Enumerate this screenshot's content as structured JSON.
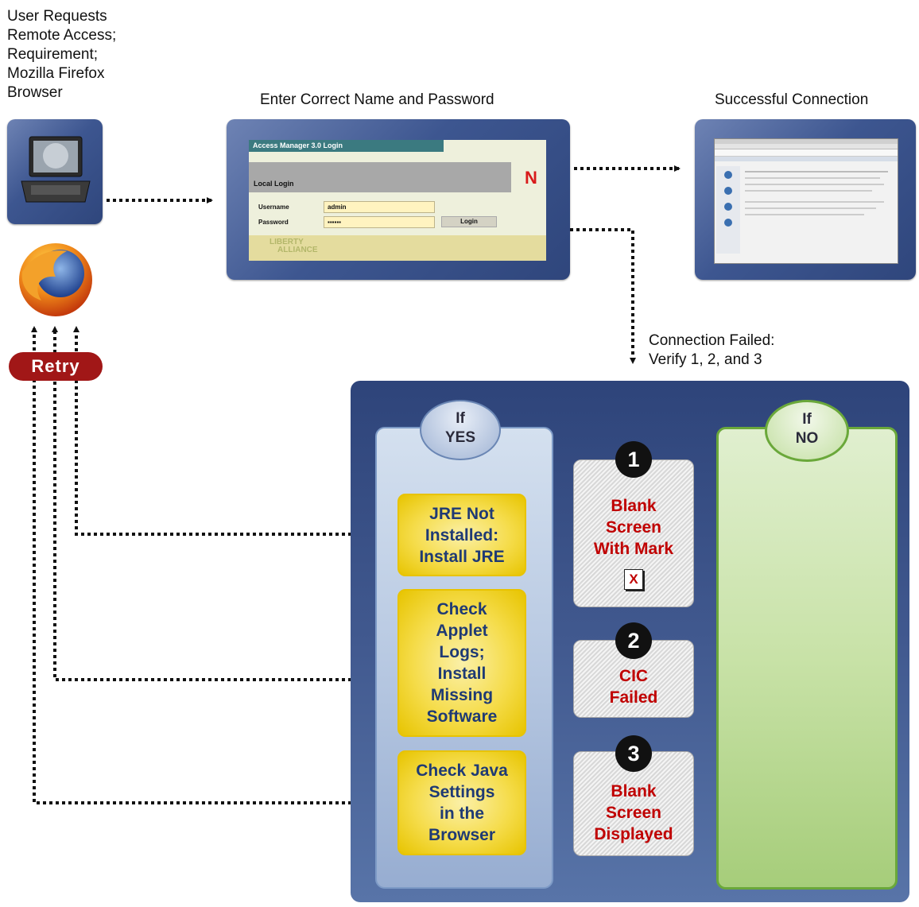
{
  "captions": {
    "user_requests": [
      "User Requests",
      "Remote Access;",
      "Requirement;",
      "Mozilla Firefox",
      "Browser"
    ],
    "enter_credentials": "Enter Correct Name and Password",
    "successful": "Successful Connection",
    "failed": [
      "Connection Failed:",
      "Verify 1, 2, and 3"
    ]
  },
  "login_window": {
    "title": "Access Manager 3.0 Login",
    "section": "Local Login",
    "username_label": "Username",
    "username_value": "admin",
    "password_label": "Password",
    "password_value": "▪▪▪▪▪▪",
    "login_button": "Login",
    "logo_letter": "N",
    "footer_logo": [
      "LIBERTY",
      "ALLIANCE"
    ]
  },
  "retry_label": "Retry",
  "yes_bubble": [
    "If",
    "YES"
  ],
  "no_bubble": [
    "If",
    "NO"
  ],
  "checks": [
    {
      "number": "1",
      "lines": [
        "Blank",
        "Screen",
        "With Mark"
      ],
      "mark": "X"
    },
    {
      "number": "2",
      "lines": [
        "CIC",
        "Failed"
      ]
    },
    {
      "number": "3",
      "lines": [
        "Blank",
        "Screen",
        "Displayed"
      ]
    }
  ],
  "remedies": [
    [
      "JRE Not",
      "Installed:",
      "Install JRE"
    ],
    [
      "Check",
      "Applet",
      "Logs;",
      "Install",
      "Missing",
      "Software"
    ],
    [
      "Check Java",
      "Settings",
      "in the",
      "Browser"
    ]
  ],
  "colors": {
    "panel": "#3a5088",
    "remedy_text": "#1f3a74",
    "check_text": "#c00000",
    "retry": "#a11717",
    "no_border": "#6aa83a"
  }
}
